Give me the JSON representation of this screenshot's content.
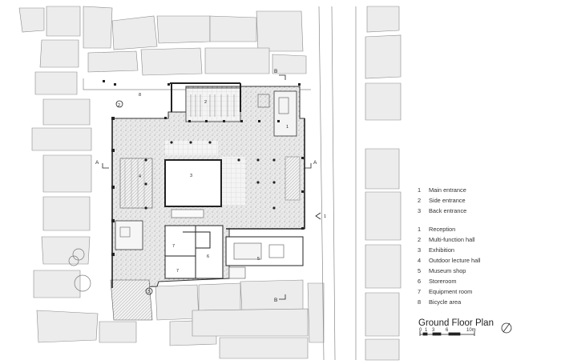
{
  "entrances": [
    {
      "num": "1",
      "label": "Main entrance"
    },
    {
      "num": "2",
      "label": "Side entrance"
    },
    {
      "num": "3",
      "label": "Back entrance"
    }
  ],
  "rooms": [
    {
      "num": "1",
      "label": "Reception"
    },
    {
      "num": "2",
      "label": "Multi-function hall"
    },
    {
      "num": "3",
      "label": "Exhibition"
    },
    {
      "num": "4",
      "label": "Outdoor lecture hall"
    },
    {
      "num": "5",
      "label": "Museum shop"
    },
    {
      "num": "6",
      "label": "Storeroom"
    },
    {
      "num": "7",
      "label": "Equipment room"
    },
    {
      "num": "8",
      "label": "Bicycle area"
    }
  ],
  "plan_title": "Ground Floor Plan",
  "scale_labels": [
    "0",
    "1",
    "3",
    "6",
    "10m"
  ],
  "section_marks": {
    "a": "A",
    "b": "B"
  },
  "plan_numbers": {
    "reception": "1",
    "hall": "2",
    "exhibition": "3",
    "lecture": "4",
    "shop": "5",
    "storeroom": "6",
    "equip_a": "7",
    "equip_b": "7",
    "bicycle": "8",
    "main_entry": "1",
    "side_entry": "2",
    "back_entry": "3"
  },
  "colors": {
    "line": "#555555",
    "wall": "#222222",
    "hatch": "#bdbdbd",
    "block_fill": "#ececec"
  }
}
